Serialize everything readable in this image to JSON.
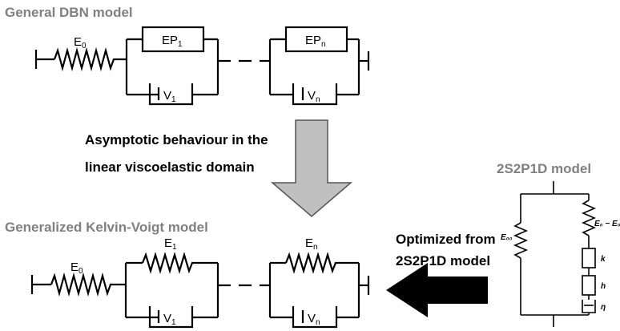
{
  "titles": {
    "dbn": "General DBN model",
    "gkv": "Generalized Kelvin-Voigt model",
    "s2p1d": "2S2P1D model"
  },
  "arrow_text": {
    "asymptotic_line1": "Asymptotic behaviour in the",
    "asymptotic_line2": "linear viscoelastic domain",
    "optimized_line1": "Optimized from",
    "optimized_line2": "2S2P1D model"
  },
  "dbn": {
    "spring": {
      "base": "E",
      "sub": "0"
    },
    "element_1": {
      "base": "EP",
      "sub": "1"
    },
    "element_n": {
      "base": "EP",
      "sub": "n"
    },
    "dashpot_1": {
      "base": "V",
      "sub": "1"
    },
    "dashpot_n": {
      "base": "V",
      "sub": "n"
    }
  },
  "gkv": {
    "spring": {
      "base": "E",
      "sub": "0"
    },
    "spring_1": {
      "base": "E",
      "sub": "1"
    },
    "spring_n": {
      "base": "E",
      "sub": "n"
    },
    "dashpot_1": {
      "base": "V",
      "sub": "1"
    },
    "dashpot_n": {
      "base": "V",
      "sub": "n"
    }
  },
  "s2p1d": {
    "left_spring": "E₀₀",
    "right_spring": "E₀ − E₀₀",
    "k": "k",
    "h": "h",
    "eta": "η"
  },
  "colors": {
    "title_gray": "#808080",
    "down_arrow_fill": "#c0c0c0",
    "left_arrow_fill": "#000000",
    "stroke": "#000000"
  }
}
